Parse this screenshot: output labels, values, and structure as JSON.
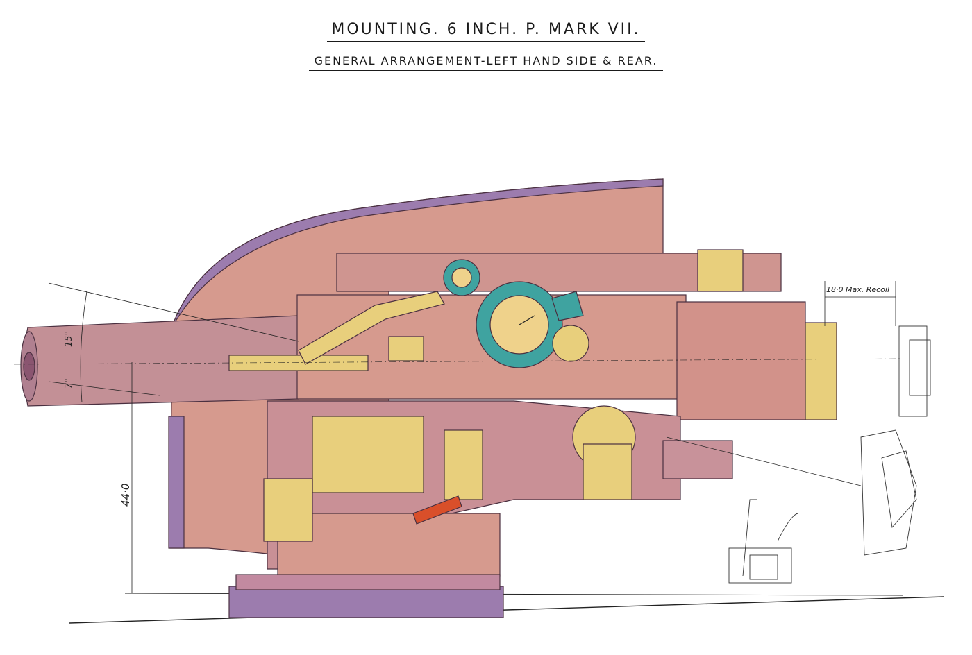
{
  "titles": {
    "main": "MOUNTING. 6 INCH. P. MARK VII.",
    "sub": "GENERAL ARRANGEMENT-LEFT HAND SIDE & REAR."
  },
  "annotations": {
    "max_recoil": "18·0 Max. Recoil",
    "height": "44·0",
    "elevation": "15°",
    "depression": "7°"
  },
  "colors": {
    "body": "#d69a8e",
    "shield_edge": "#a97aa6",
    "shield_dark": "#9c7cae",
    "yellow_parts": "#e8cf7c",
    "teal_parts": "#3fa3a0",
    "red_lever": "#d94f2a",
    "outline": "#4a3040"
  }
}
